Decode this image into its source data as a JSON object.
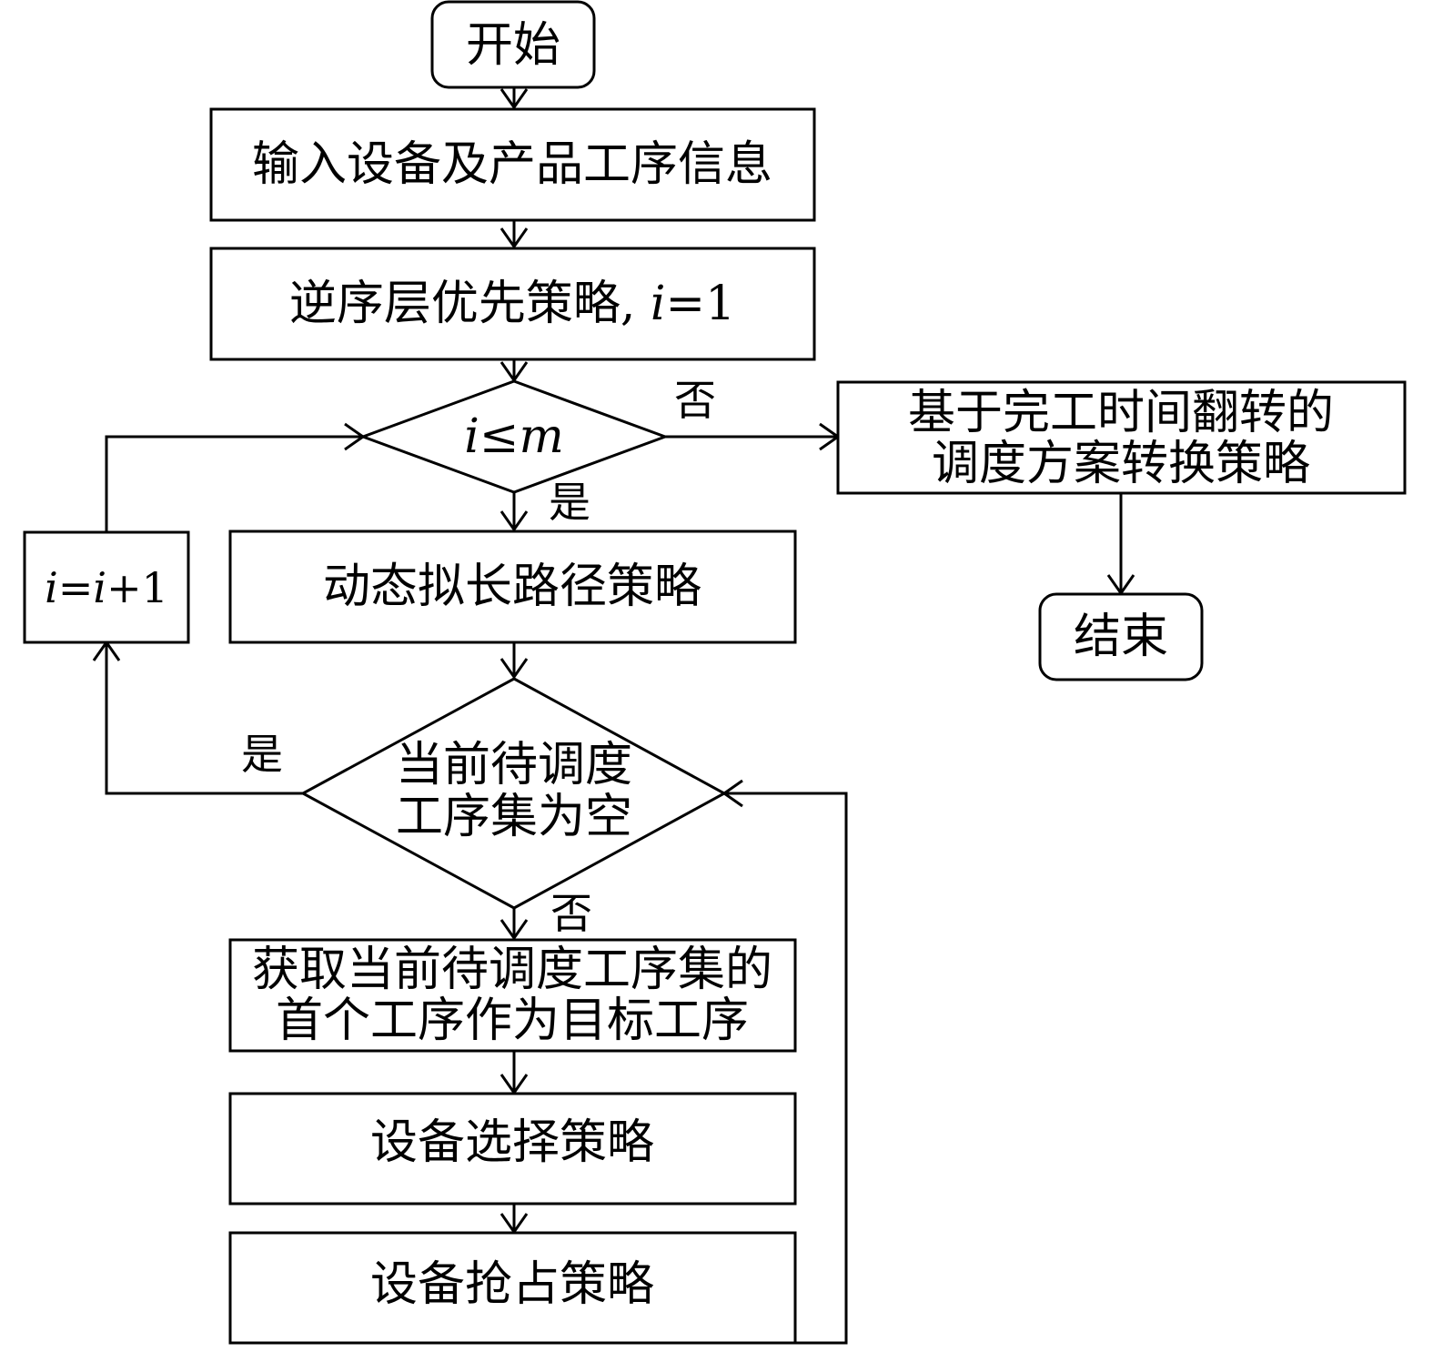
{
  "nodes": {
    "start": "开始",
    "input": "输入设备及产品工序信息",
    "reverse_order": "逆序层优先策略, ",
    "reverse_order_var": "i",
    "reverse_order_eq": "=1",
    "cond_i_var": "i",
    "cond_i_op": "≤",
    "cond_i_m": "m",
    "increment_var1": "i",
    "increment_eq": "=",
    "increment_var2": "i",
    "increment_plus": "+1",
    "dynamic_path": "动态拟长路径策略",
    "cond_empty_line1": "当前待调度",
    "cond_empty_line2": "工序集为空",
    "get_first_line1": "获取当前待调度工序集的",
    "get_first_line2": "首个工序作为目标工序",
    "device_select": "设备选择策略",
    "device_preempt": "设备抢占策略",
    "flip_line1": "基于完工时间翻转的",
    "flip_line2": "调度方案转换策略",
    "end": "结束"
  },
  "edge_labels": {
    "cond_i_no": "否",
    "cond_i_yes": "是",
    "cond_empty_yes": "是",
    "cond_empty_no": "否"
  },
  "colors": {
    "stroke": "#000000",
    "background": "#ffffff",
    "text": "#000000"
  }
}
